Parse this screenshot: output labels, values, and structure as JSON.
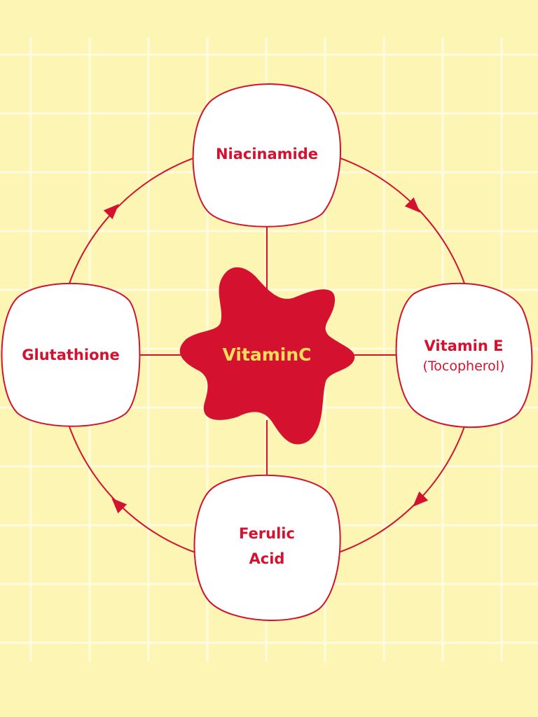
{
  "colors": {
    "background": "#fcf5b4",
    "grid": "#fffbe0",
    "accent": "#d4122f",
    "center_text": "#f8dd5c",
    "node_fill": "#ffffff"
  },
  "center": {
    "label": "VitaminC"
  },
  "nodes": [
    {
      "label": "Niacinamide"
    },
    {
      "label": "Vitamin E",
      "sublabel": "(Tocopherol)"
    },
    {
      "label": "Ferulic",
      "label2": "Acid"
    },
    {
      "label": "Glutathione"
    }
  ],
  "cycle_direction": "clockwise"
}
